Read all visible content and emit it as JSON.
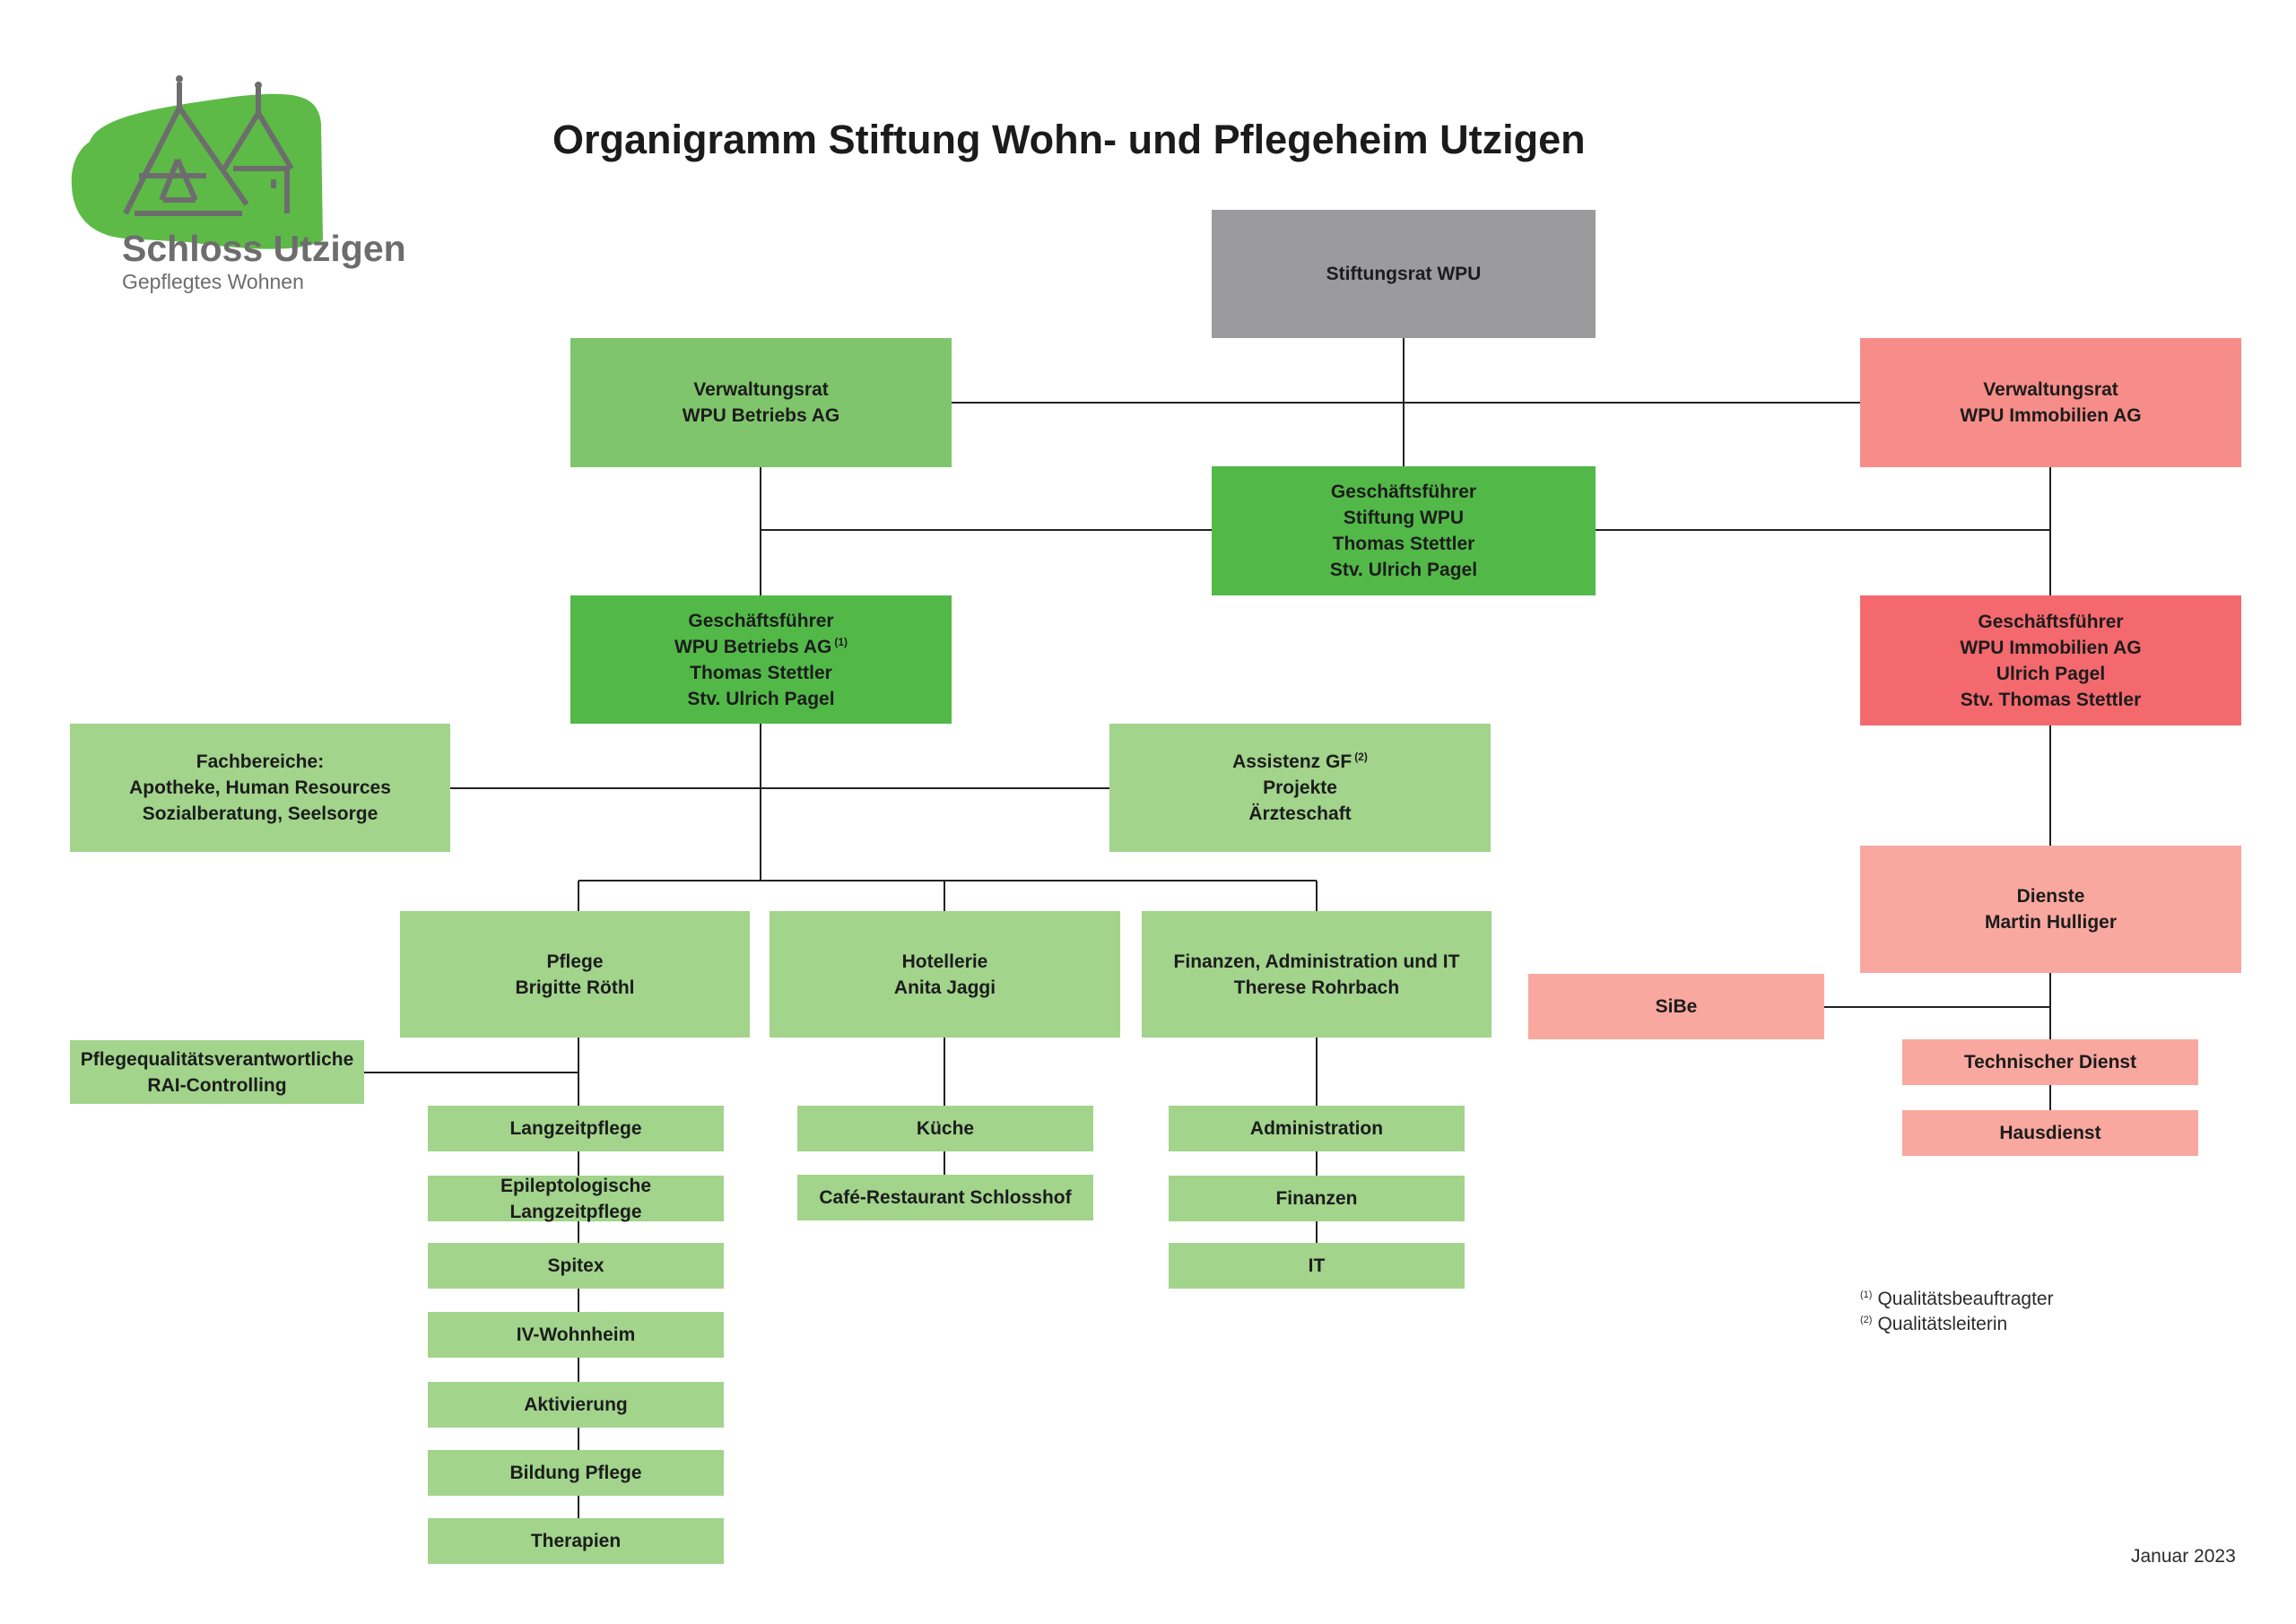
{
  "title": "Organigramm Stiftung Wohn- und Pflegeheim Utzigen",
  "logo": {
    "name": "Schloss Utzigen",
    "subtitle": "Gepflegtes Wohnen",
    "icon": "castle-logo-icon"
  },
  "colors": {
    "gray": "#9b9b9d",
    "green_medium": "#7fc56b",
    "green_dark": "#52b948",
    "green_light": "#a2d48c",
    "red_verwaltungsrat": "#f78d88",
    "red_geschaeftsfuehrer": "#f4696e",
    "red_dienste": "#f9a89f",
    "logo_green": "#5dba47",
    "line": "#222222"
  },
  "nodes": {
    "stiftungsrat": [
      "Stiftungsrat WPU"
    ],
    "vr_betrieb": [
      "Verwaltungsrat",
      "WPU Betriebs AG"
    ],
    "vr_immo": [
      "Verwaltungsrat",
      "WPU Immobilien AG"
    ],
    "gf_stiftung": [
      "Geschäftsführer",
      "Stiftung WPU",
      "Thomas Stettler",
      "Stv. Ulrich Pagel"
    ],
    "gf_betrieb": {
      "line1": "Geschäftsführer",
      "line2": "WPU Betriebs AG",
      "note": "(1)",
      "line3": "Thomas Stettler",
      "line4": "Stv. Ulrich Pagel"
    },
    "gf_immo": [
      "Geschäftsführer",
      "WPU Immobilien AG",
      "Ulrich Pagel",
      "Stv. Thomas Stettler"
    ],
    "fachbereiche": [
      "Fachbereiche:",
      "Apotheke, Human Resources",
      "Sozialberatung, Seelsorge"
    ],
    "assistenz": {
      "line1": "Assistenz GF",
      "note": "(2)",
      "line2": "Projekte",
      "line3": "Ärzteschaft"
    },
    "pflege": [
      "Pflege",
      "Brigitte Röthl"
    ],
    "hotellerie": [
      "Hotellerie",
      "Anita Jaggi"
    ],
    "finanzen_admin": [
      "Finanzen, Administration und IT",
      "Therese Rohrbach"
    ],
    "pqv": [
      "Pflegequalitätsverantwortliche",
      "RAI-Controlling"
    ],
    "dienste": [
      "Dienste",
      "Martin Hulliger"
    ],
    "sibe": "SiBe",
    "technischer_dienst": "Technischer Dienst",
    "hausdienst": "Hausdienst",
    "langzeitpflege": "Langzeitpflege",
    "epileptologische": "Epileptologische Langzeitpflege",
    "spitex": "Spitex",
    "iv_wohnheim": "IV-Wohnheim",
    "aktivierung": "Aktivierung",
    "bildung_pflege": "Bildung Pflege",
    "therapien": "Therapien",
    "kueche": "Küche",
    "cafe": "Café-Restaurant Schlosshof",
    "administration": "Administration",
    "finanzen": "Finanzen",
    "it": "IT"
  },
  "footnotes": [
    {
      "mark": "(1)",
      "text": "Qualitätsbeauftragter"
    },
    {
      "mark": "(2)",
      "text": "Qualitätsleiterin"
    }
  ],
  "date": "Januar 2023"
}
